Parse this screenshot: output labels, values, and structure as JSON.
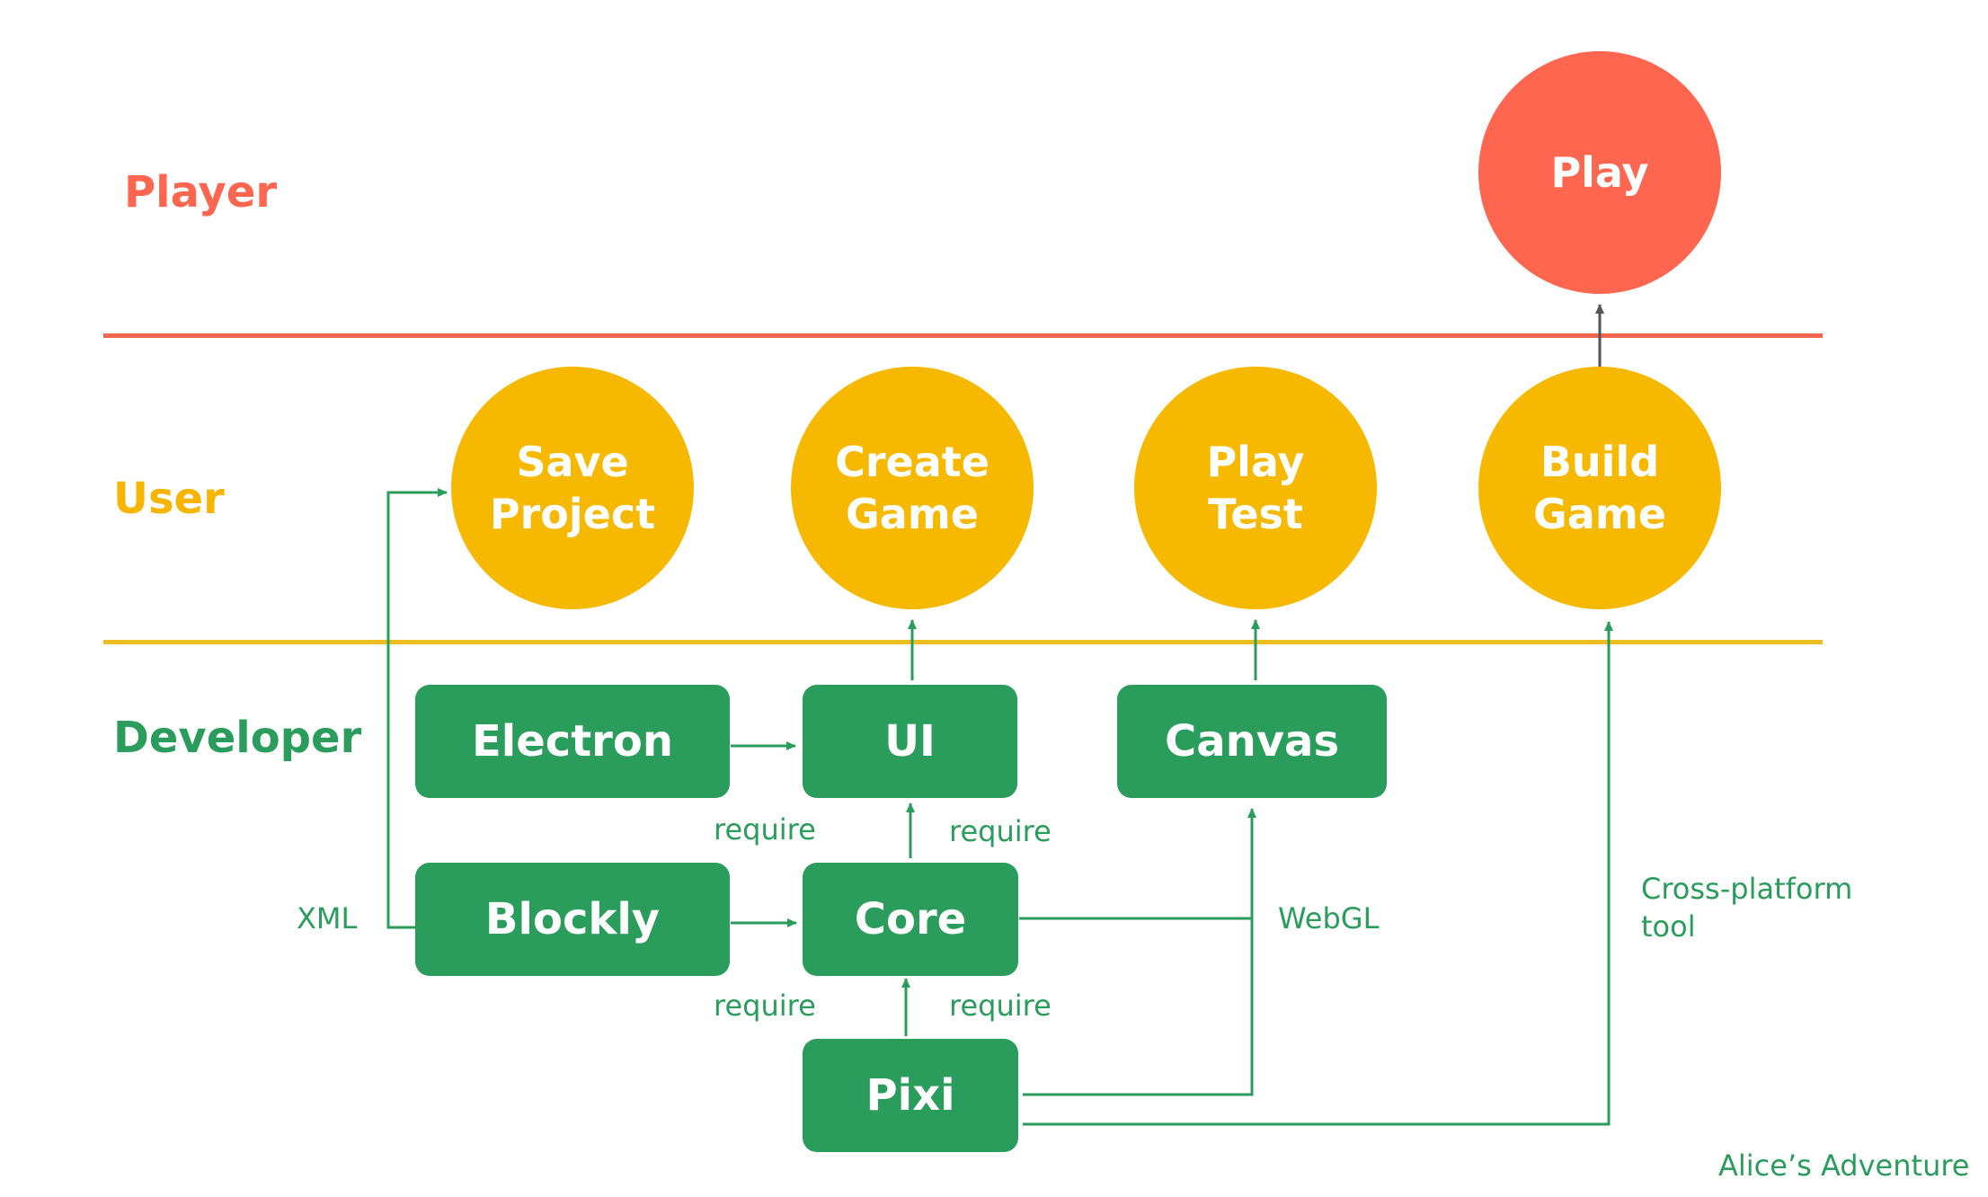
{
  "tiers": {
    "player": "Player",
    "user": "User",
    "developer": "Developer"
  },
  "player_nodes": {
    "play": "Play"
  },
  "user_nodes": {
    "save_project": "Save\nProject",
    "create_game": "Create\nGame",
    "play_test": "Play\nTest",
    "build_game": "Build\nGame"
  },
  "developer_nodes": {
    "electron": "Electron",
    "ui": "UI",
    "canvas": "Canvas",
    "blockly": "Blockly",
    "core": "Core",
    "pixi": "Pixi"
  },
  "edge_labels": {
    "require_electron_ui": "require",
    "require_core_ui": "require",
    "require_blockly_core": "require",
    "require_pixi_core": "require",
    "xml": "XML",
    "webgl": "WebGL",
    "cross_platform": "Cross-platform\ntool"
  },
  "footer": {
    "credit": "Alice’s Adventure"
  },
  "colors": {
    "player": "#FF6650",
    "user": "#F7B900",
    "developer": "#2A9D5C",
    "arrow_gray": "#555555"
  }
}
